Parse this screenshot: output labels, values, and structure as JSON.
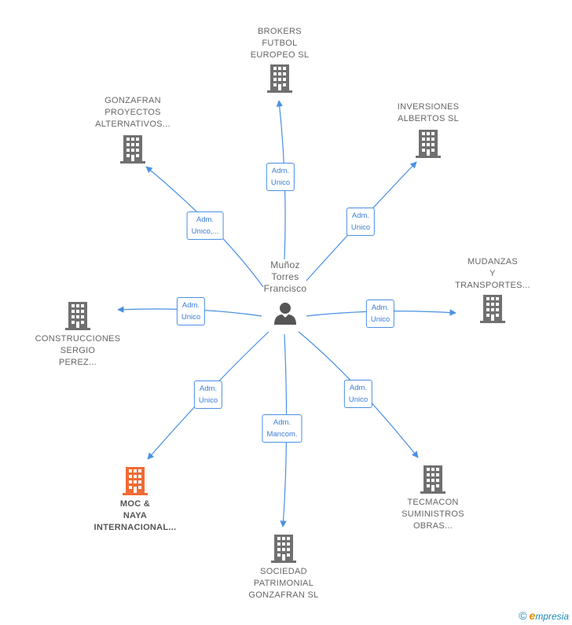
{
  "center": {
    "name_lines": [
      "Muñoz",
      "Torres",
      "Francisco"
    ],
    "icon": "person-icon"
  },
  "companies": [
    {
      "id": "brokers",
      "lines": [
        "BROKERS",
        "FUTBOL",
        "EUROPEO SL"
      ],
      "role": [
        "Adm.",
        "Unico"
      ],
      "highlight": false
    },
    {
      "id": "inversiones",
      "lines": [
        "INVERSIONES",
        "ALBERTOS SL"
      ],
      "role": [
        "Adm.",
        "Unico"
      ],
      "highlight": false
    },
    {
      "id": "mudanzas",
      "lines": [
        "MUDANZAS",
        "Y",
        "TRANSPORTES..."
      ],
      "role": [
        "Adm.",
        "Unico"
      ],
      "highlight": false
    },
    {
      "id": "tecmacon",
      "lines": [
        "TECMACON",
        "SUMINISTROS",
        "OBRAS..."
      ],
      "role": [
        "Adm.",
        "Unico"
      ],
      "highlight": false
    },
    {
      "id": "sociedad",
      "lines": [
        "SOCIEDAD",
        "PATRIMONIAL",
        "GONZAFRAN SL"
      ],
      "role": [
        "Adm.",
        "Mancom."
      ],
      "highlight": false
    },
    {
      "id": "moc",
      "lines": [
        "MOC &",
        "NAYA",
        "INTERNACIONAL..."
      ],
      "role": [
        "Adm.",
        "Unico"
      ],
      "highlight": true
    },
    {
      "id": "construcciones",
      "lines": [
        "CONSTRUCCIONES",
        "SERGIO",
        "PEREZ..."
      ],
      "role": [
        "Adm.",
        "Unico"
      ],
      "highlight": false
    },
    {
      "id": "gonzafran",
      "lines": [
        "GONZAFRAN",
        "PROYECTOS",
        "ALTERNATIVOS..."
      ],
      "role": [
        "Adm.",
        "Unico,..."
      ],
      "highlight": false
    }
  ],
  "colors": {
    "edge": "#4a90e2",
    "building": "#707070",
    "building_highlight": "#f06b35",
    "person": "#555555"
  },
  "footer": {
    "copyright": "©",
    "brand_first": "e",
    "brand_rest": "mpresia"
  }
}
